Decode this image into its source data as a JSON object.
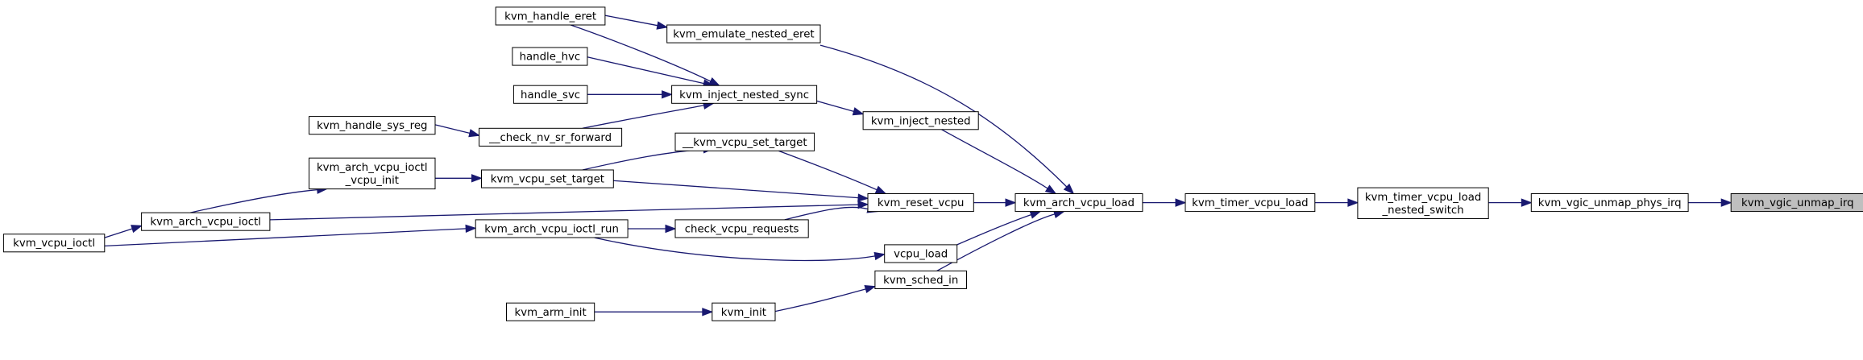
{
  "title": "",
  "colors": {
    "edge": "#191970",
    "highlight_fill": "#bfbfbf",
    "node_border": "#000000"
  },
  "nodes": {
    "kvm_vgic_unmap_irq": {
      "label": "kvm_vgic_unmap_irq",
      "highlight": true
    },
    "kvm_vgic_unmap_phys_irq": {
      "label": "kvm_vgic_unmap_phys_irq"
    },
    "kvm_timer_vcpu_load_nested_switch": {
      "label": [
        "kvm_timer_vcpu_load",
        "_nested_switch"
      ]
    },
    "kvm_timer_vcpu_load": {
      "label": "kvm_timer_vcpu_load"
    },
    "kvm_arch_vcpu_load": {
      "label": "kvm_arch_vcpu_load"
    },
    "kvm_emulate_nested_eret": {
      "label": "kvm_emulate_nested_eret"
    },
    "kvm_inject_nested": {
      "label": "kvm_inject_nested"
    },
    "kvm_reset_vcpu": {
      "label": "kvm_reset_vcpu"
    },
    "vcpu_load": {
      "label": "vcpu_load"
    },
    "kvm_sched_in": {
      "label": "kvm_sched_in"
    },
    "kvm_handle_eret": {
      "label": "kvm_handle_eret"
    },
    "kvm_inject_nested_sync": {
      "label": "kvm_inject_nested_sync"
    },
    "handle_hvc": {
      "label": "handle_hvc"
    },
    "handle_svc": {
      "label": "handle_svc"
    },
    "check_nv_sr_forward": {
      "label": "__check_nv_sr_forward"
    },
    "kvm_handle_sys_reg": {
      "label": "kvm_handle_sys_reg"
    },
    "kvm_vcpu_set_target_inner": {
      "label": "__kvm_vcpu_set_target"
    },
    "kvm_vcpu_set_target": {
      "label": "kvm_vcpu_set_target"
    },
    "kvm_arch_vcpu_ioctl_vcpu_init": {
      "label": [
        "kvm_arch_vcpu_ioctl",
        "_vcpu_init"
      ]
    },
    "kvm_arch_vcpu_ioctl": {
      "label": "kvm_arch_vcpu_ioctl"
    },
    "kvm_vcpu_ioctl": {
      "label": "kvm_vcpu_ioctl"
    },
    "check_vcpu_requests": {
      "label": "check_vcpu_requests"
    },
    "kvm_arch_vcpu_ioctl_run": {
      "label": "kvm_arch_vcpu_ioctl_run"
    },
    "kvm_init": {
      "label": "kvm_init"
    },
    "kvm_arm_init": {
      "label": "kvm_arm_init"
    }
  }
}
